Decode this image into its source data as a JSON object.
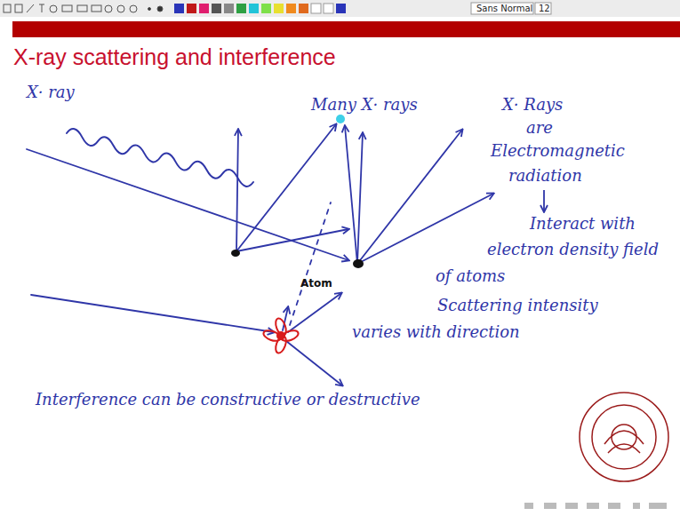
{
  "diagram": {
    "title": "X-ray scattering and interference",
    "labels": [
      "Sans Normal",
      "12",
      "X· ray",
      "Many X· rays",
      "X· Rays",
      "are",
      "Electromagnetic",
      "radiation",
      "Interact with",
      "electron density field",
      "of atoms",
      "Scattering intensity",
      "varies with direction",
      "Atom",
      "Interference can be constructive or destructive"
    ]
  }
}
